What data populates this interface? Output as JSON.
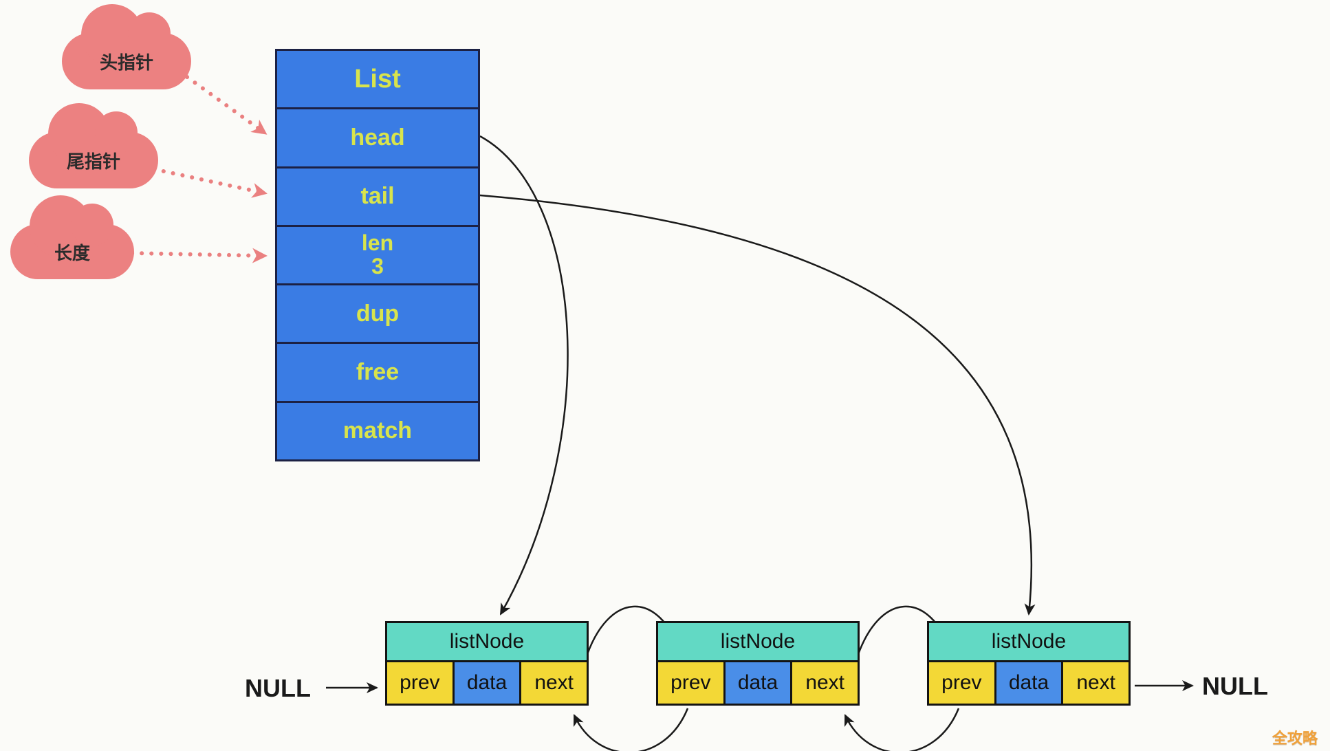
{
  "pointers": [
    {
      "label": "头指针"
    },
    {
      "label": "尾指针"
    },
    {
      "label": "长度"
    }
  ],
  "list": {
    "title": "List",
    "rows": [
      {
        "label": "head",
        "value": ""
      },
      {
        "label": "tail",
        "value": ""
      },
      {
        "label": "len",
        "value": "3"
      },
      {
        "label": "dup",
        "value": ""
      },
      {
        "label": "free",
        "value": ""
      },
      {
        "label": "match",
        "value": ""
      }
    ]
  },
  "nodes": [
    {
      "title": "listNode",
      "cells": [
        "prev",
        "data",
        "next"
      ]
    },
    {
      "title": "listNode",
      "cells": [
        "prev",
        "data",
        "next"
      ]
    },
    {
      "title": "listNode",
      "cells": [
        "prev",
        "data",
        "next"
      ]
    }
  ],
  "null_left": "NULL",
  "null_right": "NULL",
  "watermark": "全攻略",
  "colors": {
    "table_blue": "#3a7ce4",
    "table_text_yellow_green": "#d8e44c",
    "cloud_pink": "#ec8181",
    "node_header_teal": "#62d9c4",
    "cell_yellow": "#f3d836",
    "cell_blue": "#4a8ee8",
    "arrow_black": "#1a1a1a",
    "dotted_arrow_pink": "#ea8080",
    "watermark_orange": "#f0a13a"
  }
}
